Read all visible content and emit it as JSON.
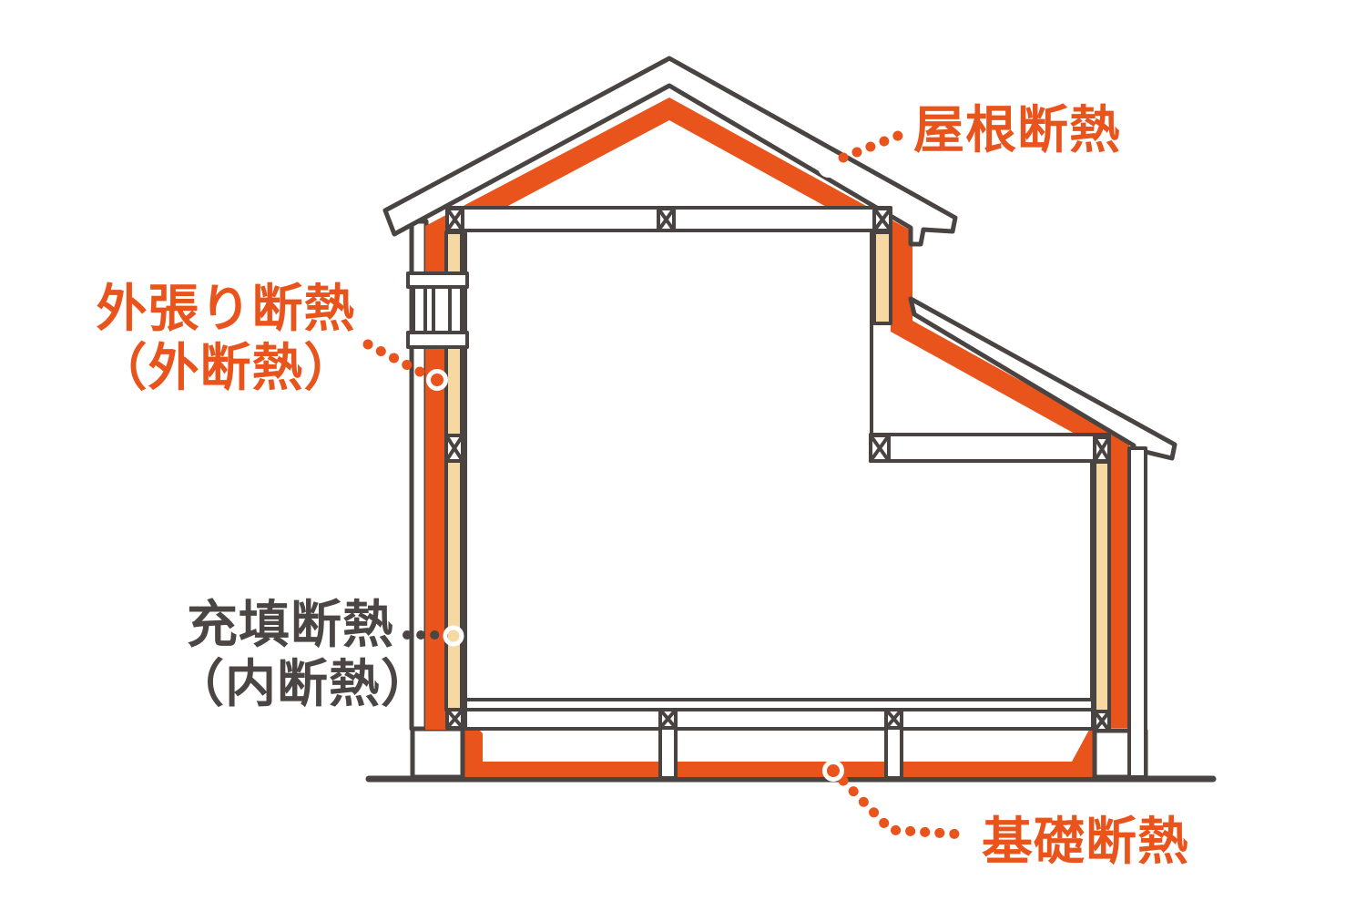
{
  "labels": {
    "roof": "屋根断熱",
    "exterior_line1": "外張り断熱",
    "exterior_line2": "（外断熱）",
    "fill_line1": "充填断熱",
    "fill_line2": "（内断熱）",
    "foundation": "基礎断熱"
  },
  "colors": {
    "accent_orange": "#E9541D",
    "insulation_cream": "#F6D8A2",
    "outline_dark": "#494441",
    "text_dark": "#4B4643",
    "background": "#FFFFFF"
  }
}
